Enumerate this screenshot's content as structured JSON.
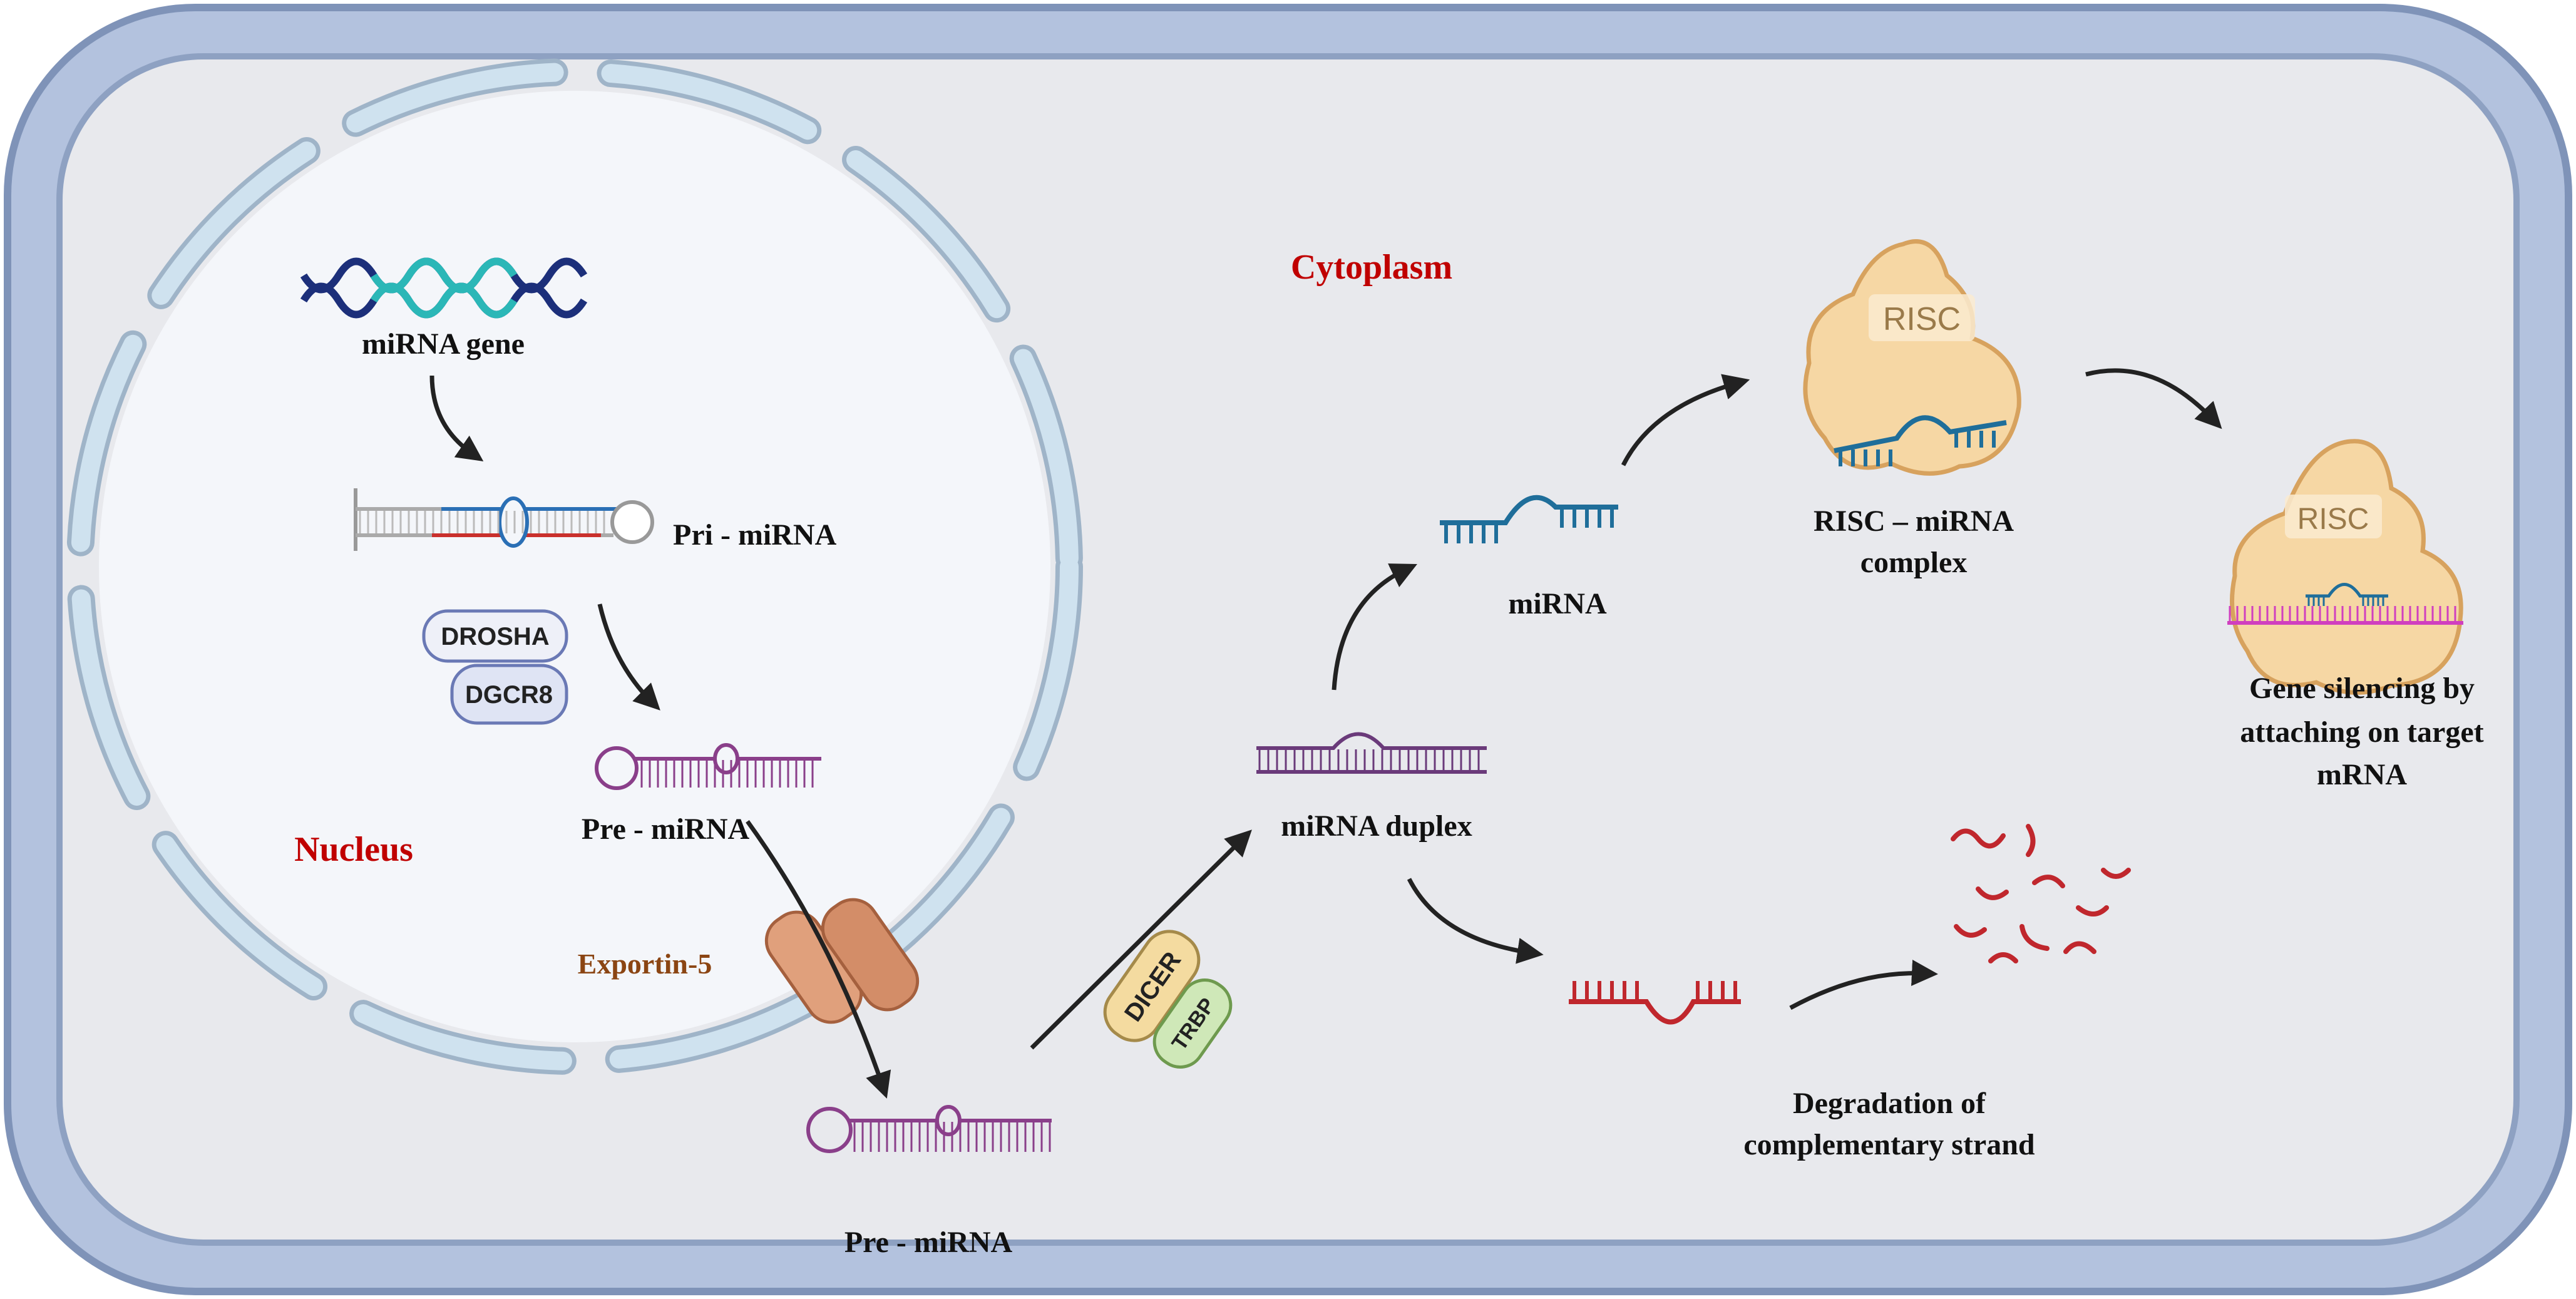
{
  "colors": {
    "cell_membrane": "#b3c2de",
    "cytoplasm": "#e8e9ed",
    "nucleus": "#f4f6fa",
    "nuclear_envelope": "#cfe2ef",
    "region_label": "#c00000",
    "exportin_label": "#8b4513",
    "mirna_strand": "#1f6e9a",
    "passenger_strand": "#c0272d",
    "pre_mirna": "#8a3f8a",
    "target_mrna": "#d03fbf",
    "risc_protein": "#f6d7a4"
  },
  "labels": {
    "cytoplasm": "Cytoplasm",
    "nucleus": "Nucleus",
    "mirna_gene": "miRNA gene",
    "pri_mirna": "Pri - miRNA",
    "drosha": "DROSHA",
    "dgcr8": "DGCR8",
    "pre_mirna_nucleus": "Pre - miRNA",
    "exportin": "Exportin-5",
    "pre_mirna_cytoplasm": "Pre - miRNA",
    "dicer": "DICER",
    "trbp": "TRBP",
    "mirna_duplex": "miRNA duplex",
    "mirna": "miRNA",
    "risc_1": "RISC",
    "risc_complex_line1": "RISC – miRNA",
    "risc_complex_line2": "complex",
    "risc_2": "RISC",
    "silencing_line1": "Gene silencing by",
    "silencing_line2": "attaching on target",
    "silencing_line3": "mRNA",
    "degradation_line1": "Degradation of",
    "degradation_line2": "complementary strand"
  }
}
